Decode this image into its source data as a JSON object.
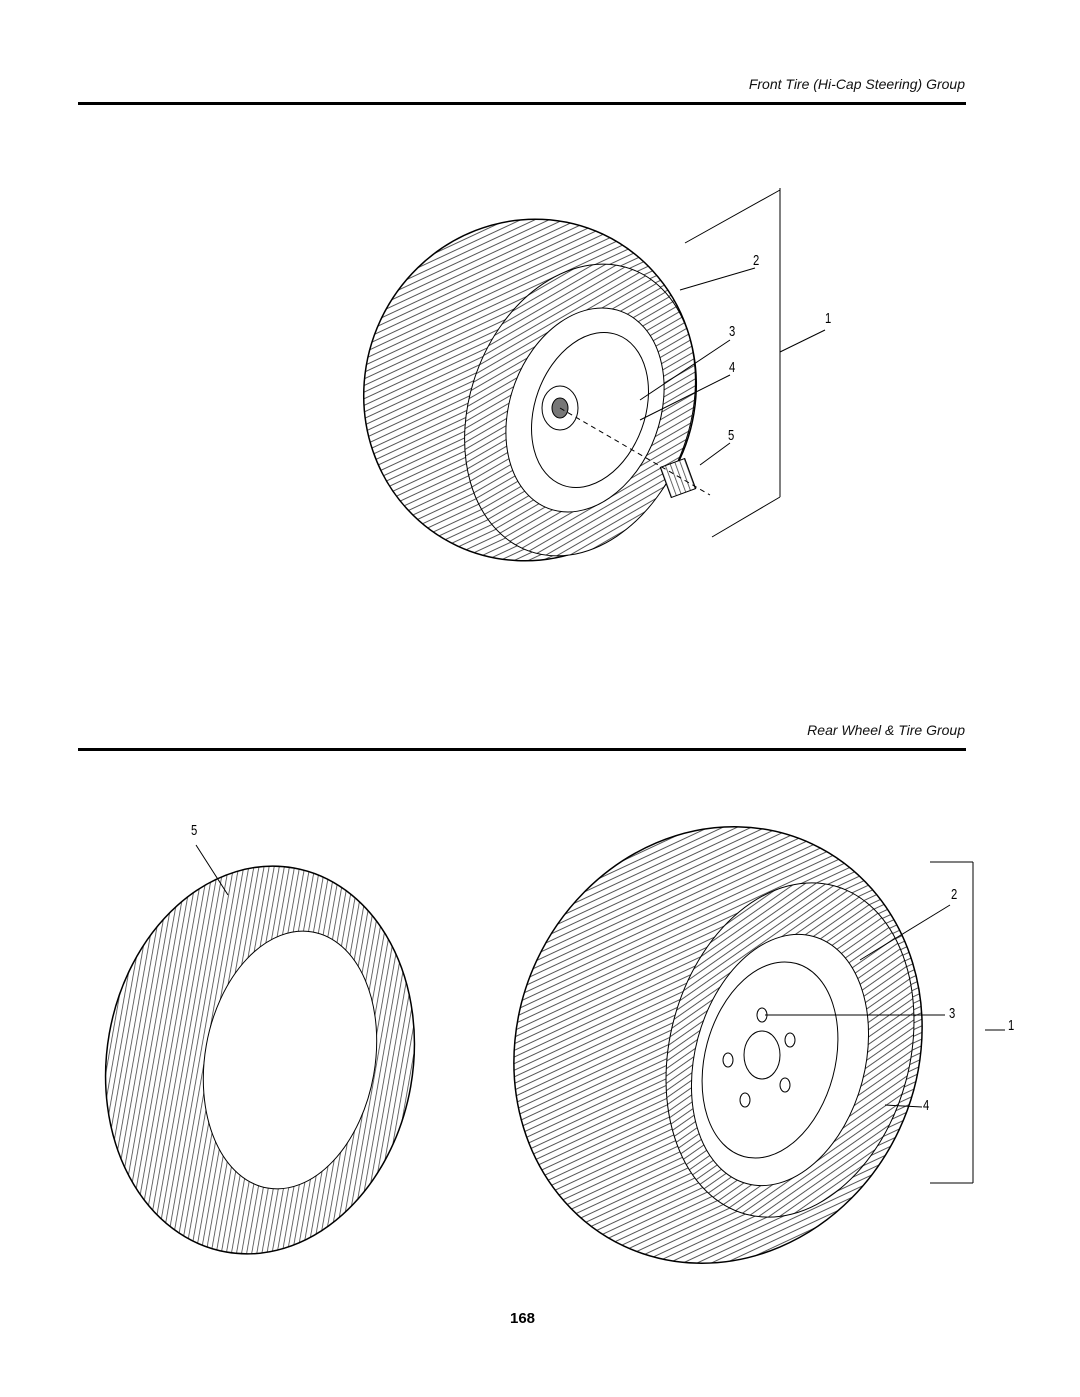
{
  "sections": [
    {
      "title": "Front Tire (Hi-Cap Steering) Group",
      "callouts": [
        "1",
        "2",
        "3",
        "4",
        "5"
      ]
    },
    {
      "title": "Rear Wheel & Tire Group",
      "callouts": [
        "1",
        "2",
        "3",
        "4",
        "5"
      ]
    }
  ],
  "page_number": "168"
}
